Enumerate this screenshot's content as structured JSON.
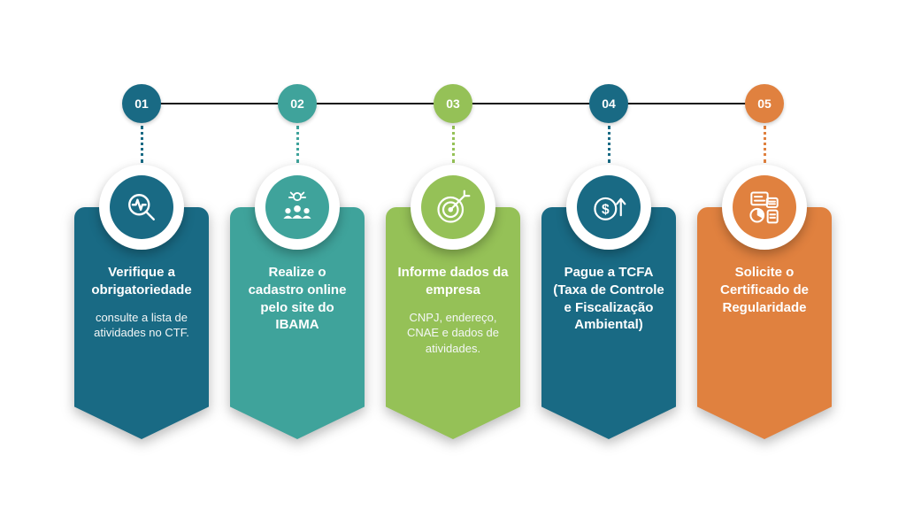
{
  "diagram": {
    "type": "process-timeline",
    "connector_color": "#141414",
    "background": "#ffffff"
  },
  "steps": [
    {
      "number": "01",
      "color": "#196a84",
      "icon": "magnifier-pulse-icon",
      "title": "Verifique a obrigatoriedade",
      "subtitle": "consulte a lista de atividades no CTF."
    },
    {
      "number": "02",
      "color": "#3fa39b",
      "icon": "team-idea-icon",
      "title": "Realize o cadastro online pelo site do IBAMA",
      "subtitle": ""
    },
    {
      "number": "03",
      "color": "#95c157",
      "icon": "target-dart-icon",
      "title": "Informe dados da empresa",
      "subtitle": "CNPJ, endereço, CNAE e dados de atividades."
    },
    {
      "number": "04",
      "color": "#196a84",
      "icon": "dollar-arrow-icon",
      "title": "Pague a TCFA (Taxa de Controle e Fiscalização Ambiental)",
      "subtitle": ""
    },
    {
      "number": "05",
      "color": "#e0813f",
      "icon": "certificate-report-icon",
      "title": "Solicite o Certificado de Regularidade",
      "subtitle": ""
    }
  ]
}
